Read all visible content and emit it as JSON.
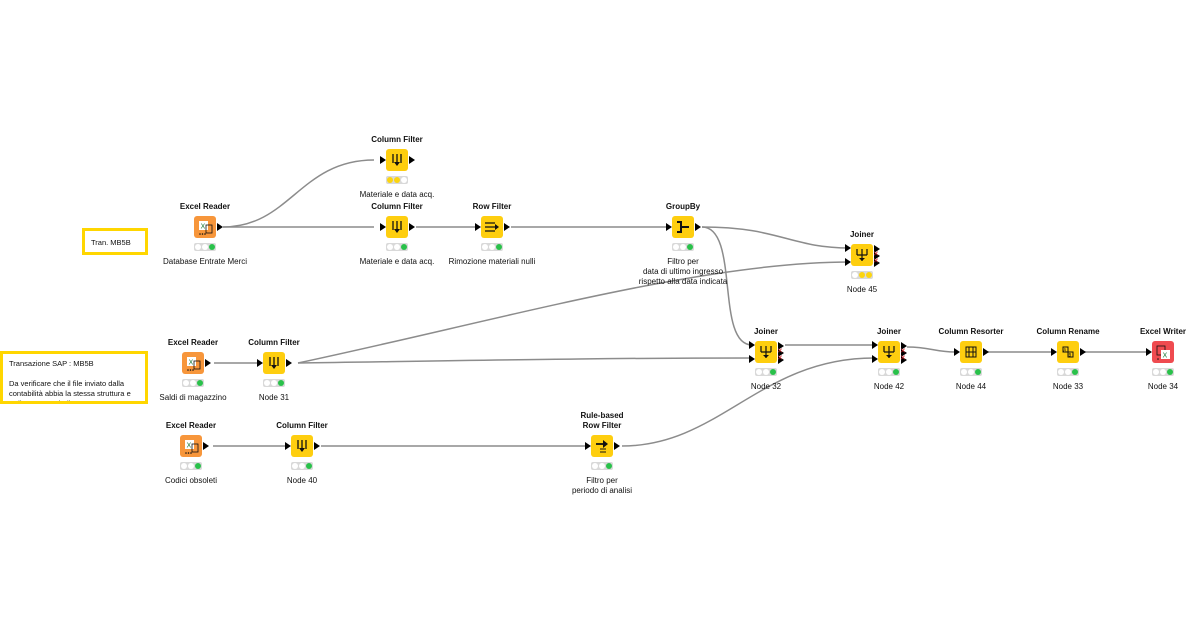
{
  "colors": {
    "manipulator": "#fece0f",
    "io_reader": "#f7963b",
    "io_writer": "#ef4b50",
    "annotation_border": "#ffd600",
    "status_green": "#29c14a",
    "status_yellow": "#fcd50e",
    "edge": "#8c8c8c"
  },
  "annotations": [
    {
      "id": "ann-tran",
      "text": "Tran. MB5B"
    },
    {
      "id": "ann-transazione",
      "text": "Transazione SAP : MB5B\n\nDa verificare che il file inviato dalla contabilità abbia la stessa struttura e ordine come tabella"
    }
  ],
  "nodes": [
    {
      "id": "cf-top",
      "title": "Column Filter",
      "label": "Materiale e data acq.",
      "icon": "column-filter-icon",
      "status": "configured"
    },
    {
      "id": "er1",
      "title": "Excel Reader",
      "label": "Database Entrate Merci",
      "icon": "excel-reader-icon",
      "status": "executed"
    },
    {
      "id": "cf1",
      "title": "Column Filter",
      "label": "Materiale e data acq.",
      "icon": "column-filter-icon",
      "status": "executed"
    },
    {
      "id": "rf1",
      "title": "Row Filter",
      "label": "Rimozione materiali nulli",
      "icon": "row-filter-icon",
      "status": "executed"
    },
    {
      "id": "gb1",
      "title": "GroupBy",
      "label": "Filtro per\ndata di ultimo ingresso\nrispetto alla data indicata",
      "icon": "groupby-icon",
      "status": "executed"
    },
    {
      "id": "j45",
      "title": "Joiner",
      "label": "Node 45",
      "icon": "joiner-icon",
      "status": "configured"
    },
    {
      "id": "er2",
      "title": "Excel Reader",
      "label": "Saldi di magazzino",
      "icon": "excel-reader-icon",
      "status": "executed"
    },
    {
      "id": "cf31",
      "title": "Column Filter",
      "label": "Node 31",
      "icon": "column-filter-icon",
      "status": "executed"
    },
    {
      "id": "j32",
      "title": "Joiner",
      "label": "Node 32",
      "icon": "joiner-icon",
      "status": "executed"
    },
    {
      "id": "j42",
      "title": "Joiner",
      "label": "Node 42",
      "icon": "joiner-icon",
      "status": "executed"
    },
    {
      "id": "cr44",
      "title": "Column Resorter",
      "label": "Node 44",
      "icon": "column-resorter-icon",
      "status": "executed"
    },
    {
      "id": "cren33",
      "title": "Column Rename",
      "label": "Node 33",
      "icon": "column-rename-icon",
      "status": "executed"
    },
    {
      "id": "ew34",
      "title": "Excel Writer",
      "label": "Node 34",
      "icon": "excel-writer-icon",
      "status": "executed"
    },
    {
      "id": "er3",
      "title": "Excel Reader",
      "label": "Codici obsoleti",
      "icon": "excel-reader-icon",
      "status": "executed"
    },
    {
      "id": "cf40",
      "title": "Column Filter",
      "label": "Node 40",
      "icon": "column-filter-icon",
      "status": "executed"
    },
    {
      "id": "rbf",
      "title": "Rule-based\nRow Filter",
      "label": "Filtro per\nperiodo di analisi",
      "icon": "rule-row-filter-icon",
      "status": "executed"
    }
  ]
}
